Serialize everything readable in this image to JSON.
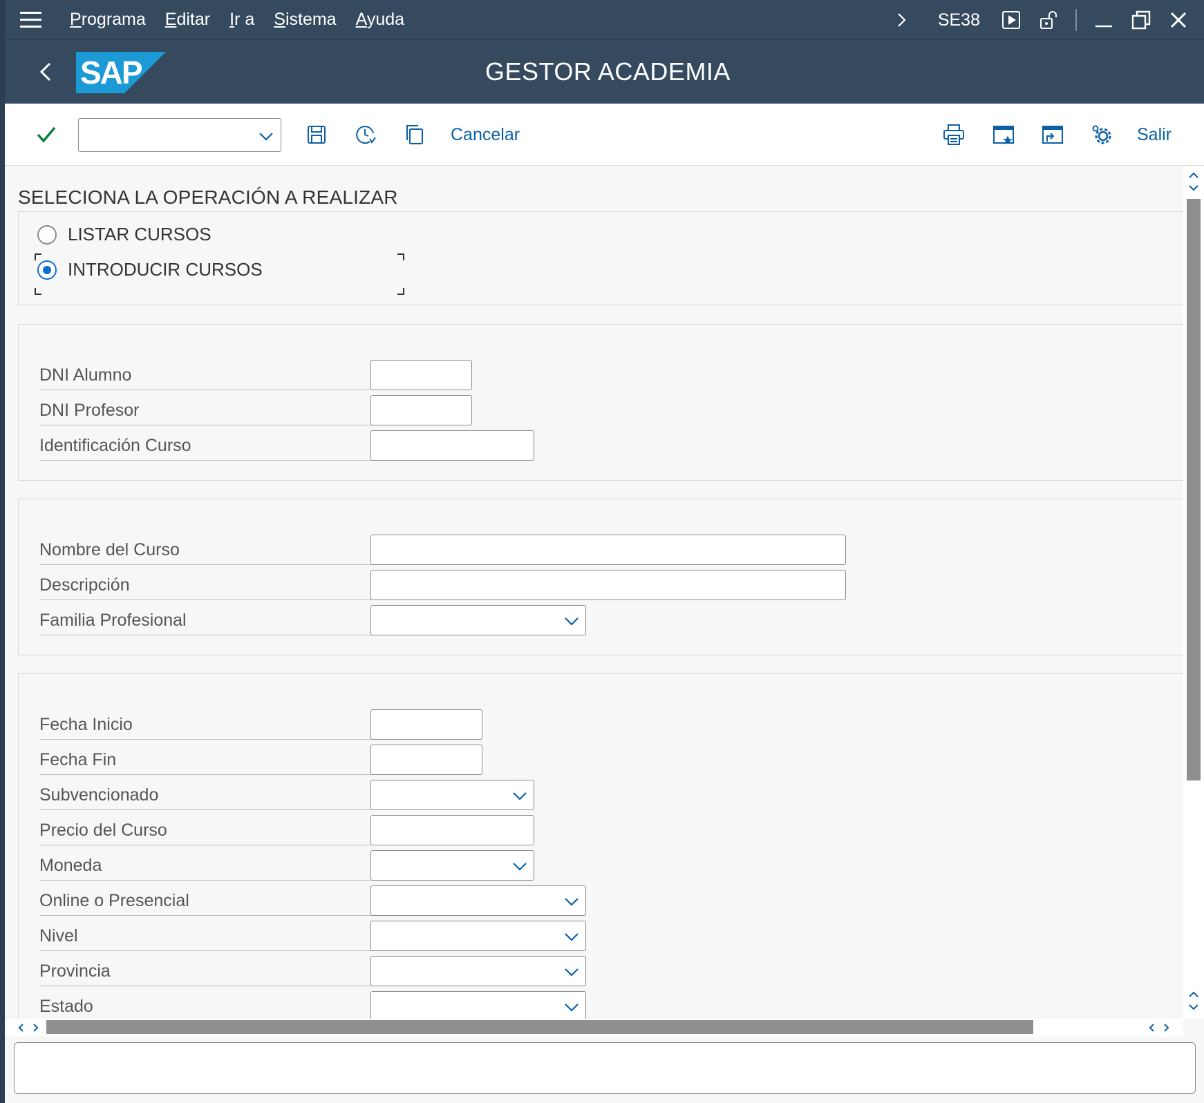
{
  "menu": {
    "items": [
      "Programa",
      "Editar",
      "Ir a",
      "Sistema",
      "Ayuda"
    ],
    "transaction_code": "SE38"
  },
  "titlebar": {
    "title": "GESTOR ACADEMIA",
    "logo_text": "SAP"
  },
  "toolbar": {
    "command_field_value": "",
    "cancel_label": "Cancelar",
    "exit_label": "Salir"
  },
  "operation": {
    "heading": "SELECIONA LA OPERACIÓN A REALIZAR",
    "options": [
      {
        "label": "LISTAR CURSOS",
        "selected": false
      },
      {
        "label": "INTRODUCIR CURSOS",
        "selected": true
      }
    ]
  },
  "ids_group": {
    "fields": [
      {
        "label": "DNI Alumno",
        "value": ""
      },
      {
        "label": "DNI Profesor",
        "value": ""
      },
      {
        "label": "Identificación Curso",
        "value": ""
      }
    ]
  },
  "course_group": {
    "fields": [
      {
        "label": "Nombre del Curso",
        "value": ""
      },
      {
        "label": "Descripción",
        "value": ""
      },
      {
        "label": "Familia Profesional",
        "value": ""
      }
    ]
  },
  "details_group": {
    "fields": [
      {
        "label": "Fecha Inicio",
        "value": ""
      },
      {
        "label": "Fecha Fin",
        "value": ""
      },
      {
        "label": "Subvencionado",
        "value": ""
      },
      {
        "label": "Precio del Curso",
        "value": ""
      },
      {
        "label": "Moneda",
        "value": ""
      },
      {
        "label": "Online o Presencial",
        "value": ""
      },
      {
        "label": "Nivel",
        "value": ""
      },
      {
        "label": "Provincia",
        "value": ""
      },
      {
        "label": "Estado",
        "value": ""
      }
    ]
  },
  "statusbar": {
    "message": ""
  },
  "colors": {
    "shell_header": "#354a5f",
    "link_blue": "#0a5fa5",
    "confirm_green": "#107e3e",
    "logo_blue": "#1b9ad6"
  }
}
